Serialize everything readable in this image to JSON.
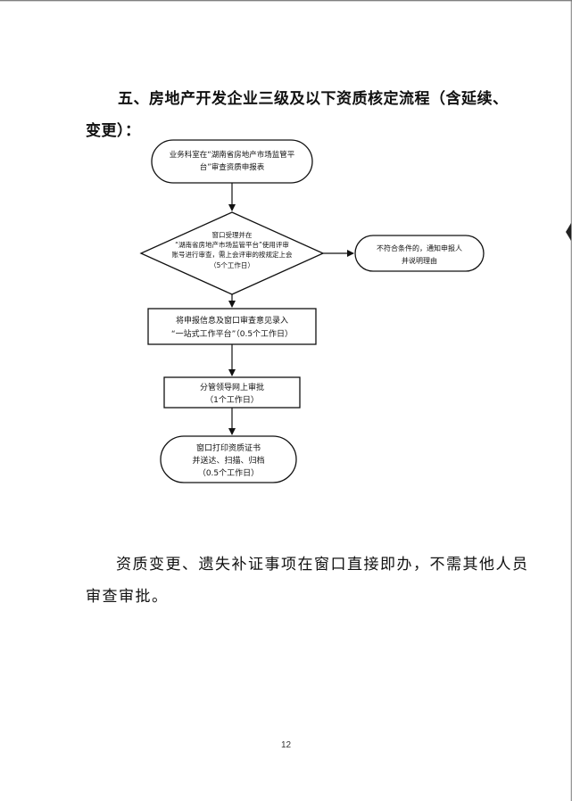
{
  "heading": {
    "line1": "五、房地产开发企业三级及以下资质核定流程（含延续、",
    "line2": "变更）："
  },
  "flowchart": {
    "start": {
      "line1": "业务科室在“湖南省房地产市场监管平",
      "line2": "台”审查资质申报表"
    },
    "decision": {
      "line1": "窗口受理并在",
      "line2": "“湖南省房地产市场监管平台”使用评审",
      "line3": "账号进行审查，需上会评审的按规定上会",
      "line4": "（5个工作日）"
    },
    "reject": {
      "line1": "不符合条件的，通知申报人",
      "line2": "并说明理由"
    },
    "step_entry": {
      "line1": "将申报信息及窗口审查意见录入",
      "line2": "“一站式工作平台”（0.5个工作日）"
    },
    "step_approve": {
      "line1": "分管领导网上审批",
      "line2": "（1个工作日）"
    },
    "end": {
      "line1": "窗口打印资质证书",
      "line2": "并送达、扫描、归档",
      "line3": "（0.5个工作日）"
    }
  },
  "body": {
    "line1": "资质变更、遗失补证事项在窗口直接即办，不需其他人员",
    "line2": "审查审批。"
  },
  "page_number": "12"
}
